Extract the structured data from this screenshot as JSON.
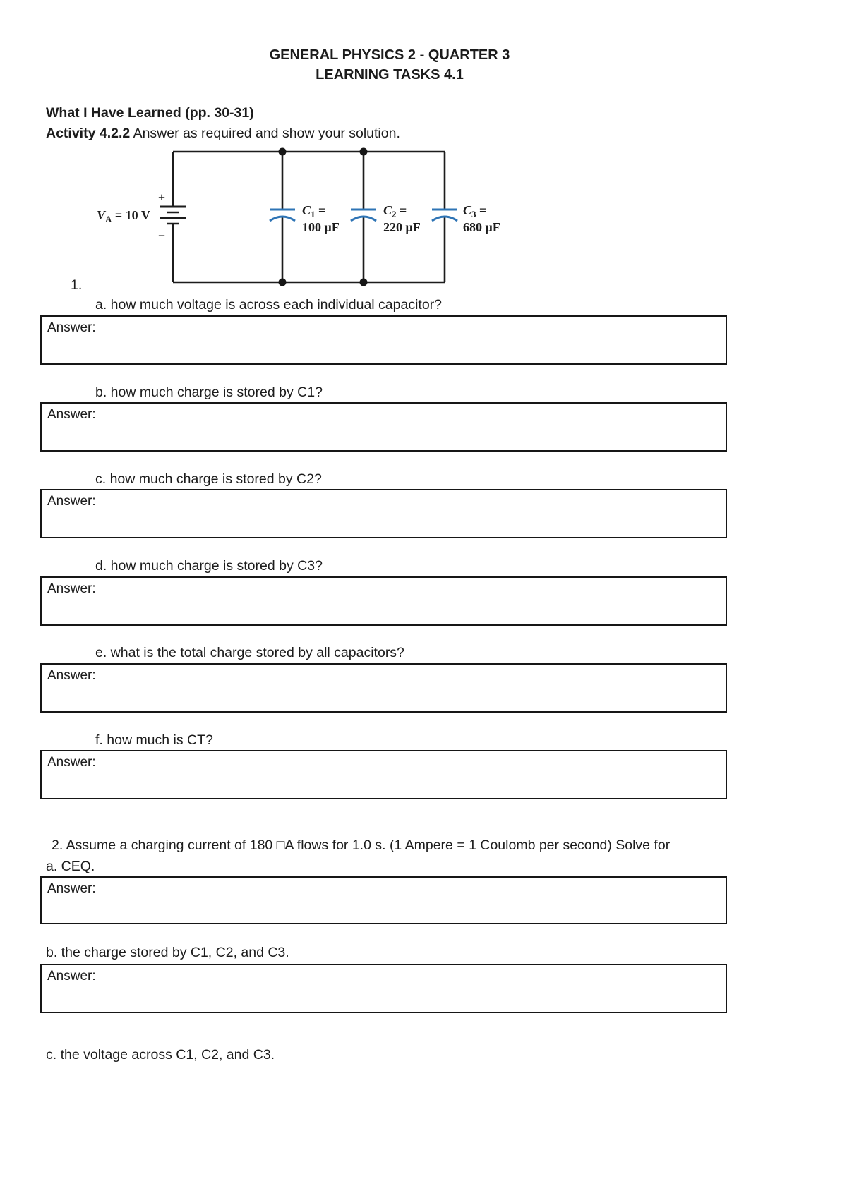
{
  "header": {
    "title_line1": "GENERAL PHYSICS 2 - QUARTER 3",
    "title_line2": "LEARNING TASKS 4.1"
  },
  "intro": {
    "heading": "What I Have Learned (pp. 30-31)",
    "activity_label": "Activity 4.2.2",
    "activity_text": " Answer as required and show your solution."
  },
  "circuit": {
    "source": {
      "var": "V",
      "sub": "A",
      "rest": " = 10 V",
      "plus": "+",
      "minus": "−"
    },
    "capacitors": [
      {
        "var": "C",
        "sub": "1",
        "rest": " =",
        "value": "100 μF"
      },
      {
        "var": "C",
        "sub": "2",
        "rest": " =",
        "value": "220 μF"
      },
      {
        "var": "C",
        "sub": "3",
        "rest": " =",
        "value": "680 μF"
      }
    ],
    "wire_color": "#1c1c1c",
    "plate_color": "#2e74b5"
  },
  "labels": {
    "answer": "Answer:"
  },
  "question1": {
    "number": "1.",
    "items": [
      {
        "question": "a. how much voltage is across each individual capacitor?"
      },
      {
        "question": "b. how much charge is stored by C1?"
      },
      {
        "question": "c. how much charge is stored by C2?"
      },
      {
        "question": "d. how much charge is stored by C3?"
      },
      {
        "question": "e. what is the total charge stored by all capacitors?"
      },
      {
        "question": "f. how much is CT?"
      }
    ]
  },
  "question2": {
    "line1": "2. Assume a charging current of 180 □A flows for 1.0 s. (1 Ampere = 1 Coulomb per second) Solve for",
    "line2": "a. CEQ.",
    "item_b": "b. the charge stored by C1, C2, and C3.",
    "item_c": "c. the voltage across C1, C2, and C3."
  }
}
